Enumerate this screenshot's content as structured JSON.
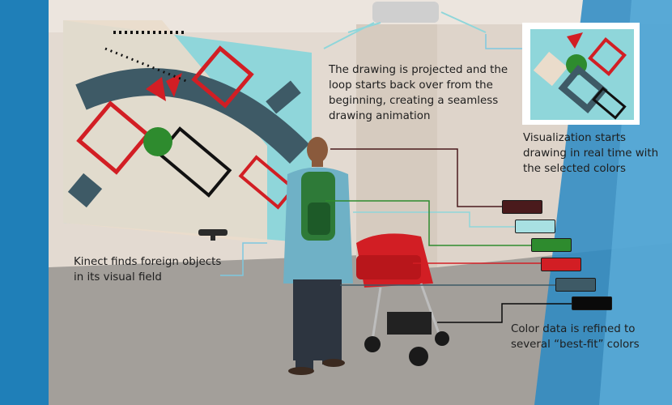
{
  "captions": {
    "projected": "The drawing is projected and the loop starts back over from the beginning, creating a seamless drawing animation",
    "visualization": "Visualization starts drawing in real time with the selected colors",
    "kinect": "Kinect finds foreign objects in its visual field",
    "color_data": "Color data is refined to several “best-fit” colors"
  },
  "swatches": [
    {
      "name": "dark-brown",
      "color": "#4a1a1c"
    },
    {
      "name": "light-cyan",
      "color": "#a8e0e2"
    },
    {
      "name": "green",
      "color": "#2e8b2e"
    },
    {
      "name": "red",
      "color": "#d21e24"
    },
    {
      "name": "slate",
      "color": "#3e5a66"
    },
    {
      "name": "black",
      "color": "#0a0a0a"
    }
  ],
  "colors": {
    "wall": "#e6ddd4",
    "floor": "#a29e99",
    "mural_bg": "#8fd6da",
    "accent_blue": "#1f7fb8",
    "leader_line": "#7ec8e0"
  }
}
